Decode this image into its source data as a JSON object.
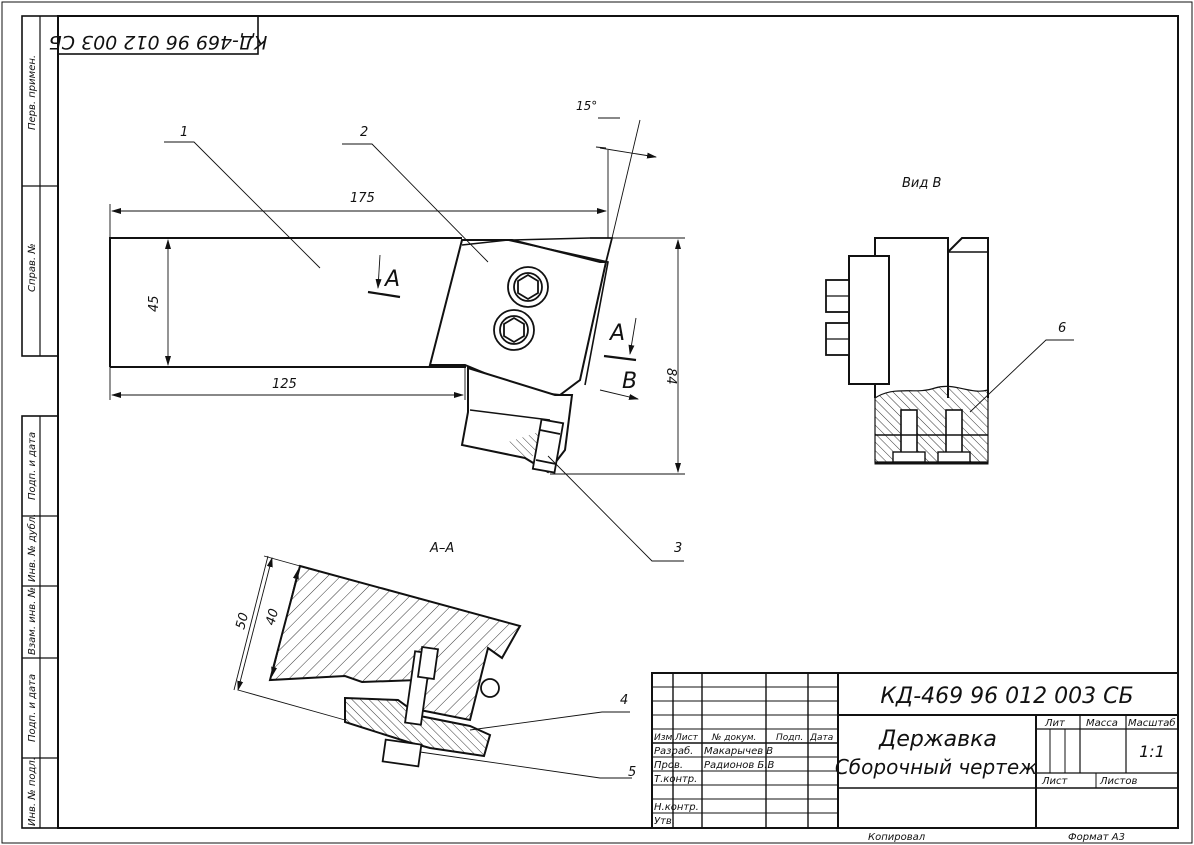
{
  "drawing_number": "КД-469 96 012 003 СБ",
  "drawing_number_mirrored": "КД-469 96 012 003 СБ",
  "view_label": "Вид   В",
  "section_title": "А–А",
  "section_mark_a": "А",
  "view_mark_b": "В",
  "leaders": [
    "1",
    "2",
    "3",
    "4",
    "5",
    "6"
  ],
  "dimensions": {
    "length_total": "175",
    "length_shank": "125",
    "height_shank": "45",
    "height_total": "84",
    "angle": "15°",
    "sec_height_outer": "50",
    "sec_height_inner": "40"
  },
  "side_stamps": [
    "Перв. примен.",
    "Справ. №",
    "Подп. и дата",
    "Инв. № дубл.",
    "Взам. инв. №",
    "Подп. и дата",
    "Инв. № подл."
  ],
  "title_block": {
    "name_line1": "Державка",
    "name_line2": "Сборочный чертеж",
    "lit_header": "Лит",
    "mass_header": "Масса",
    "scale_header": "Масштаб",
    "scale_value": "1:1",
    "sheet_label": "Лист",
    "sheets_label": "Листов",
    "col_headers": [
      "Изм.",
      "Лист",
      "№ докум.",
      "Подп.",
      "Дата"
    ],
    "rows": [
      {
        "role": "Разраб.",
        "name": "Макарычев В"
      },
      {
        "role": "Пров.",
        "name": "Радионов Б.В"
      },
      {
        "role": "Т.контр.",
        "name": ""
      },
      {
        "role": "Н.контр.",
        "name": ""
      },
      {
        "role": "Утв.",
        "name": ""
      }
    ]
  },
  "footer": {
    "copied": "Копировал",
    "format": "Формат    А3"
  }
}
